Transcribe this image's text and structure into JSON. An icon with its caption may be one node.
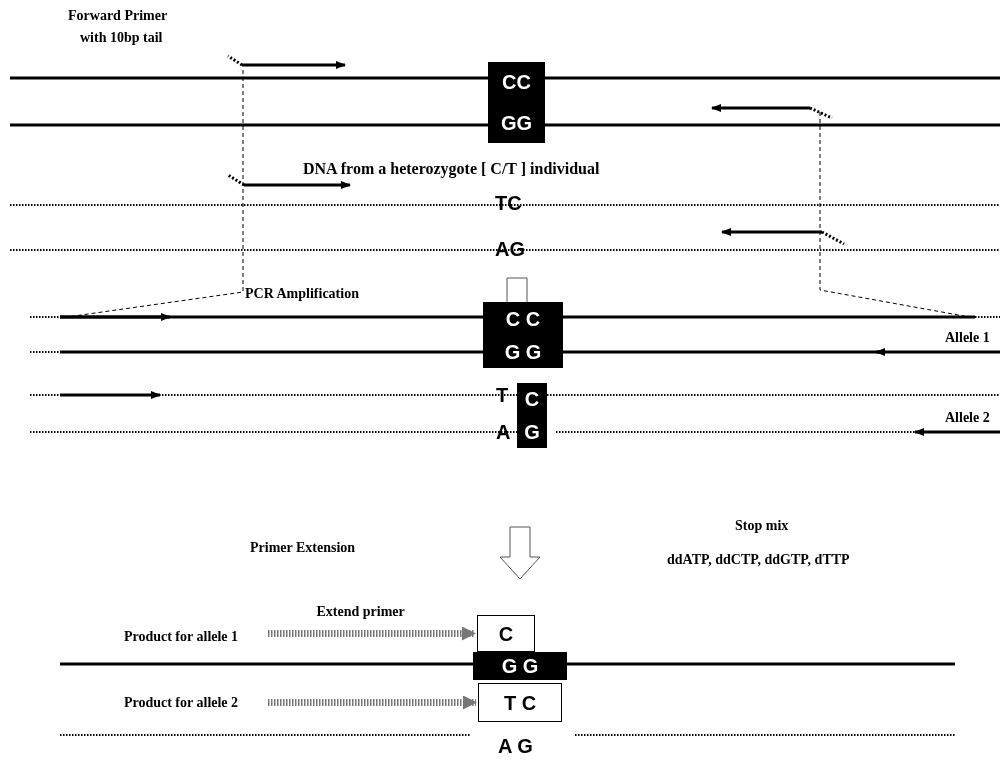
{
  "diagram": {
    "nodes": [
      {
        "text": [
          "CC",
          "GG"
        ]
      },
      {
        "text": [
          "C C",
          "G G"
        ]
      },
      {
        "text": [
          "C",
          "G"
        ]
      },
      {
        "text": [
          "Product for allele 1"
        ]
      },
      {
        "text": [
          "C"
        ]
      },
      {
        "text": [
          "G G"
        ]
      },
      {
        "text": [
          "Product for allele 2"
        ]
      },
      {
        "text": [
          "T C"
        ]
      }
    ],
    "edges": [
      {
        "from": 3,
        "to": 4,
        "arrow": "to",
        "label": "Extend primer"
      },
      {
        "from": 6,
        "to": 7,
        "arrow": "to"
      }
    ],
    "labels": [
      "Forward Primer",
      "with 10bp tail",
      "DNA from a heterozygote [ C/T ] individual",
      "TC",
      "AG",
      "PCR Amplification",
      "Allele 1",
      "T",
      "A",
      "Allele 2",
      "Primer Extension",
      "Stop mix",
      "ddATP, ddCTP, ddGTP, dTTP",
      "A G"
    ]
  }
}
